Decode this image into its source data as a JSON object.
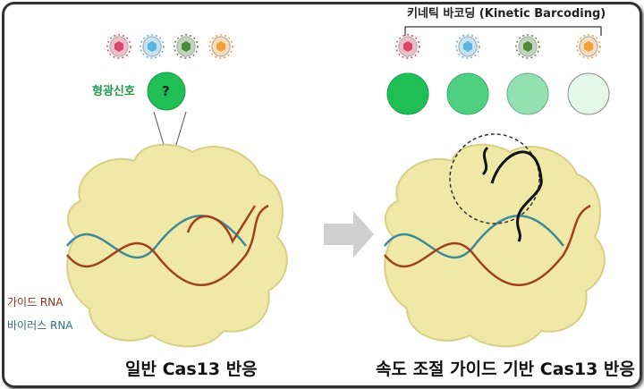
{
  "left_panel": {
    "signal_label": "형광신호",
    "signal_mark": "?",
    "legend": {
      "guide_rna": "가이드 RNA",
      "viral_rna": "바이러스 RNA"
    },
    "caption": "일반 Cas13 반응"
  },
  "right_panel": {
    "barcoding_label": "키네틱 바코딩 (Kinetic Barcoding)",
    "caption": "속도 조절 가이드 기반 Cas13 반응"
  },
  "colors": {
    "protein": "#efe8a6",
    "guide_rna": "#a0401e",
    "viral_rna": "#3a8a98",
    "signal_levels": [
      "#1fbf55",
      "#4fcf80",
      "#93e0b0",
      "#e3f7ea"
    ],
    "viruses": [
      "#d9476a",
      "#5ab6e0",
      "#4f8a3c",
      "#f0a13a"
    ]
  }
}
